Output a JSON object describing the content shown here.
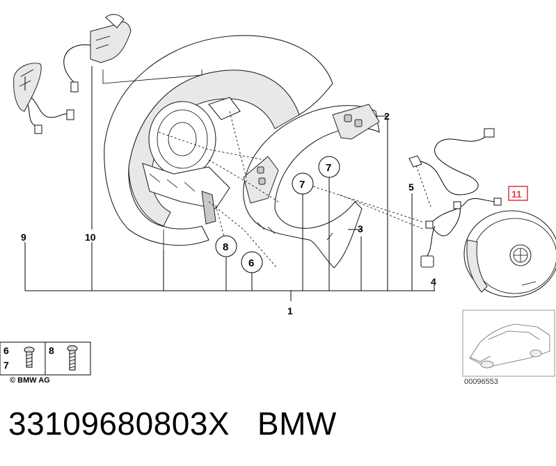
{
  "callouts": {
    "p1": "1",
    "p2": "2",
    "p3": "3",
    "p4": "4",
    "p5": "5",
    "p6": "6",
    "p7a": "7",
    "p7b": "7",
    "p8": "8",
    "p9": "9",
    "p10": "10",
    "p11": "11"
  },
  "hardware_legend": {
    "left_top": "6",
    "left_bottom": "7",
    "right": "8"
  },
  "copyright": "© BMW AG",
  "figure_number": "00096553",
  "caption": "33109680803X   BMW",
  "colors": {
    "highlight": "#e0404a",
    "line": "#000000"
  }
}
